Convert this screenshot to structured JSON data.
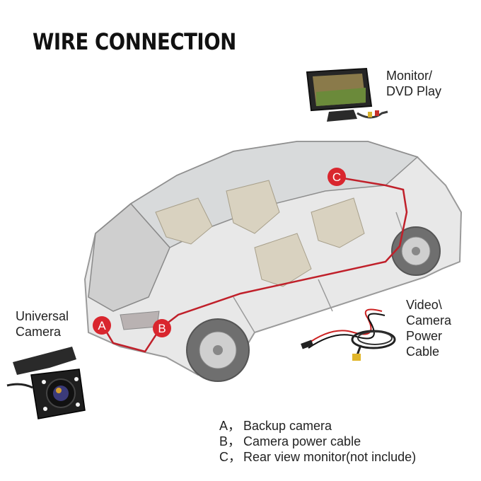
{
  "title": "WIRE CONNECTION",
  "monitor_label": [
    "Monitor/",
    "DVD Play"
  ],
  "camera_label": [
    "Universal",
    "Camera"
  ],
  "cable_label": [
    "Video\\",
    "Camera",
    "Power",
    "Cable"
  ],
  "markers": {
    "a": "A",
    "b": "B",
    "c": "C"
  },
  "legend": [
    {
      "key": "A，",
      "text": "Backup camera"
    },
    {
      "key": "B，",
      "text": "Camera power cable"
    },
    {
      "key": "C，",
      "text": "Rear view monitor(not include)"
    }
  ],
  "colors": {
    "wire": "#c0202a",
    "marker": "#d9262e"
  }
}
